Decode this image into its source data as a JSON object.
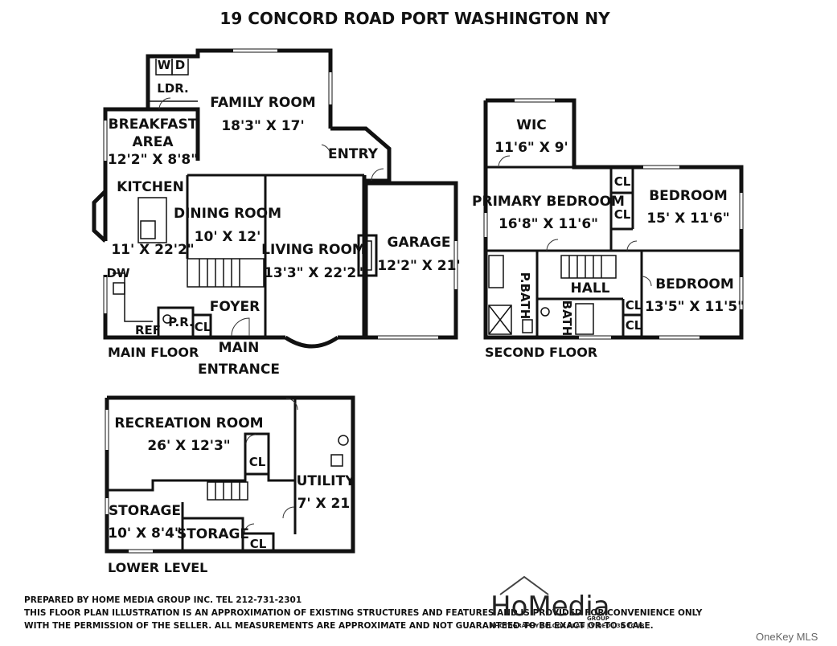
{
  "title": "19 CONCORD ROAD PORT WASHINGTON NY",
  "floors": {
    "main": "MAIN FLOOR",
    "second": "SECOND FLOOR",
    "lower": "LOWER LEVEL"
  },
  "rooms": {
    "wd_w": "W",
    "wd_d": "D",
    "ldr": "LDR.",
    "family_name": "FAMILY ROOM",
    "family_dim": "18'3\" X 17'",
    "breakfast_l1": "BREAKFAST",
    "breakfast_l2": "AREA",
    "breakfast_dim": "12'2\" X 8'8\"",
    "entry": "ENTRY",
    "kitchen_name": "KITCHEN",
    "kitchen_dim": "11' X 22'2\"",
    "dining_name": "DINING ROOM",
    "dining_dim": "10' X 12'",
    "living_name": "LIVING ROOM",
    "living_dim": "13'3\" X 22'2\"",
    "garage_name": "GARAGE",
    "garage_dim": "12'2\" X 21'",
    "dw": "DW",
    "ref": "REF",
    "pr": "P.R.",
    "cl_main": "CL",
    "foyer": "FOYER",
    "main_entrance_l1": "MAIN",
    "main_entrance_l2": "ENTRANCE",
    "wic_name": "WIC",
    "wic_dim": "11'6\" X 9'",
    "primary_name": "PRIMARY BEDROOM",
    "primary_dim": "16'8\" X 11'6\"",
    "cl_a": "CL",
    "cl_b": "CL",
    "bed1_name": "BEDROOM",
    "bed1_dim": "15' X 11'6\"",
    "pbath": "P.BATH",
    "hall": "HALL",
    "bath": "BATH",
    "bed2_name": "BEDROOM",
    "bed2_dim": "13'5\" X 11'5\"",
    "cl_c": "CL",
    "cl_d": "CL",
    "rec_name": "RECREATION ROOM",
    "rec_dim": "26' X 12'3\"",
    "cl_rec": "CL",
    "utility_name": "UTILITY",
    "utility_dim": "7' X 21'",
    "storage1_name": "STORAGE",
    "storage1_dim": "10' X 8'4\"",
    "storage2_name": "STORAGE",
    "cl_low": "CL"
  },
  "footer": {
    "prepared": "PREPARED BY HOME MEDIA GROUP INC.  TEL 212-731-2301",
    "disclaimer1": "THIS FLOOR PLAN ILLUSTRATION IS AN APPROXIMATION OF EXISTING STRUCTURES AND FEATURES AND IS PROVIDED FOR CONVENIENCE ONLY",
    "disclaimer2": "WITH THE PERMISSION OF THE SELLER. ALL MEASUREMENTS ARE APPROXIMATE AND NOT GUARANTEED TO BE EXACT OR TO SCALE."
  },
  "logo": {
    "name": "HoMedia",
    "group": "GROUP",
    "tagline": "PHOTOGRAPHY | FLOOR PLAN | VIDEO | 3D TOUR"
  },
  "watermark": "OneKey MLS"
}
